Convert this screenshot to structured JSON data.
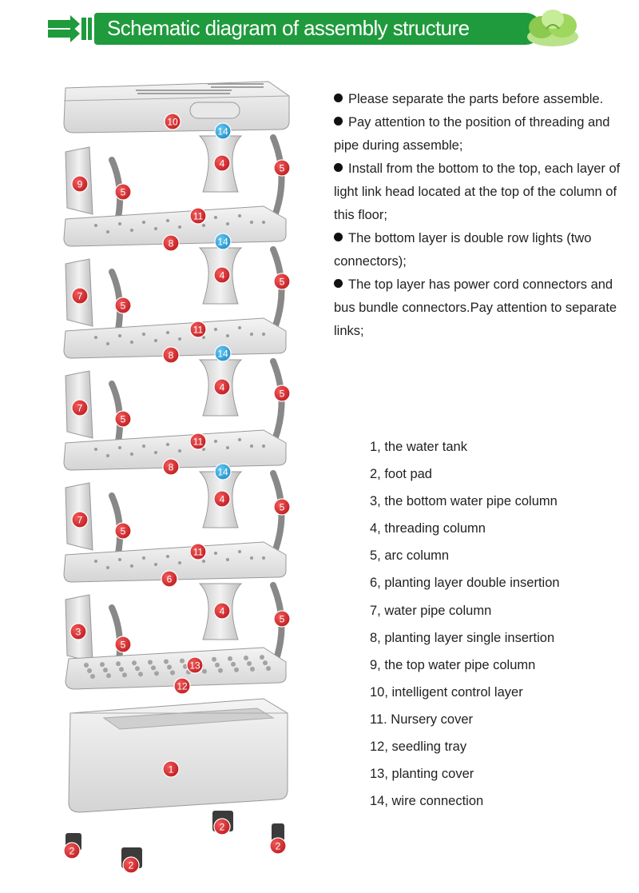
{
  "header": {
    "title": "Schematic diagram of assembly structure"
  },
  "notes": [
    "Please separate the parts before assemble.",
    "Pay attention to the position of threading and pipe during assemble;",
    "Install from the bottom to the top, each layer of light link head located at the top of the column of this floor;",
    "The bottom layer is double row lights (two connectors);",
    "The top layer has power cord connectors and bus bundle connectors.Pay attention to separate links;"
  ],
  "legend": [
    "1, the water tank",
    "2, foot pad",
    "3, the bottom water pipe column",
    "4, threading column",
    "5, arc column",
    "6, planting layer double insertion",
    "7, water pipe column",
    "8, planting layer single insertion",
    "9, the top water pipe column",
    "10, intelligent control layer",
    "11. Nursery cover",
    "12, seedling tray",
    "13, planting cover",
    "14, wire connection"
  ],
  "markers": {
    "tank": "1",
    "foot_pad": "2",
    "bottom_pipe": "3",
    "threading": "4",
    "arc": "5",
    "double_insertion": "6",
    "pipe": "7",
    "single_insertion": "8",
    "top_pipe": "9",
    "control": "10",
    "nursery_cover": "11",
    "seedling_tray": "12",
    "planting_cover": "13",
    "wire": "14"
  },
  "colors": {
    "banner_green": "#1f9a3c",
    "marker_red": "#d6262b",
    "marker_blue": "#2aa1dc",
    "part_gray": "#d9d9d9"
  }
}
